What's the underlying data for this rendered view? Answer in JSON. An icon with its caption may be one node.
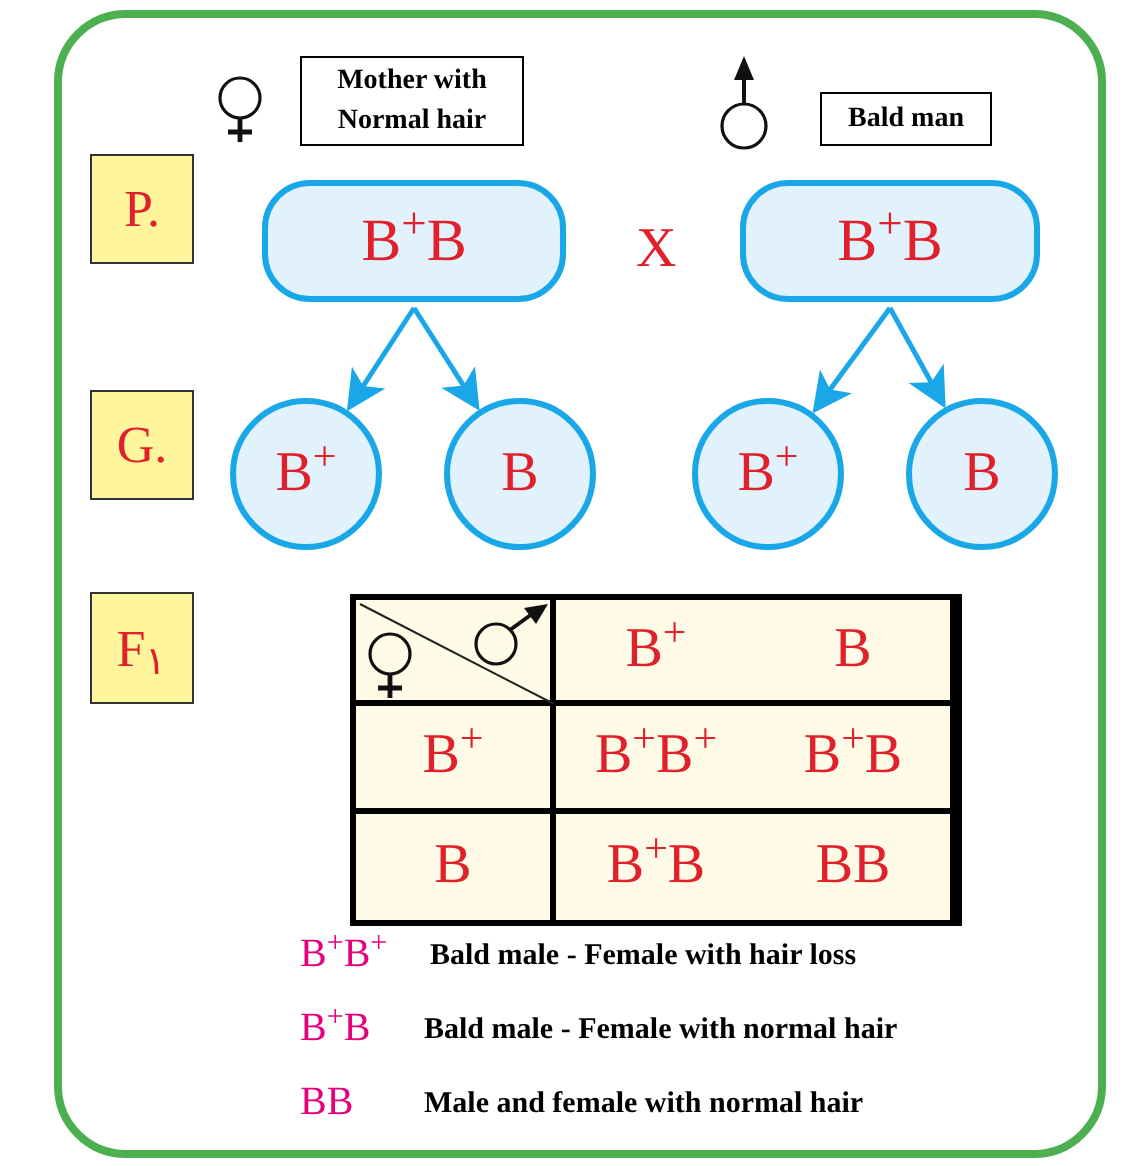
{
  "diagram": {
    "nodes": [
      {
        "text": [
          "Mother with Normal hair"
        ]
      },
      {
        "text": [
          "Bald man"
        ]
      },
      {
        "text": [
          "P."
        ]
      },
      {
        "text": [
          "B$^{+}$B"
        ]
      },
      {
        "text": [
          "B$^{+}$B"
        ]
      },
      {
        "text": [
          "G."
        ]
      },
      {
        "text": [
          "B$^{+}$"
        ]
      },
      {
        "text": [
          "B"
        ]
      },
      {
        "text": [
          "B$^{+}$"
        ]
      },
      {
        "text": [
          "B"
        ]
      },
      {
        "text": [
          "F$_{١}$"
        ]
      }
    ],
    "edges": [
      {
        "from": 3,
        "to": 6,
        "arrow": "to"
      },
      {
        "from": 3,
        "to": 7,
        "arrow": "to"
      },
      {
        "from": 4,
        "to": 8,
        "arrow": "to"
      },
      {
        "from": 4,
        "to": 9,
        "arrow": "to"
      }
    ],
    "labels": [
      "X",
      "B$^{+}$",
      "B",
      "B$^{+}$",
      "B$^{+}$B$^{+}$",
      "B$^{+}$B",
      "B",
      "B$^{+}$B",
      "BB",
      "B$^{+}$B$^{+}$",
      "Bald male - Female with hair loss",
      "B$^{+}$B",
      "Bald male - Female with normal hair",
      "BB",
      "Male and female with normal hair"
    ]
  }
}
